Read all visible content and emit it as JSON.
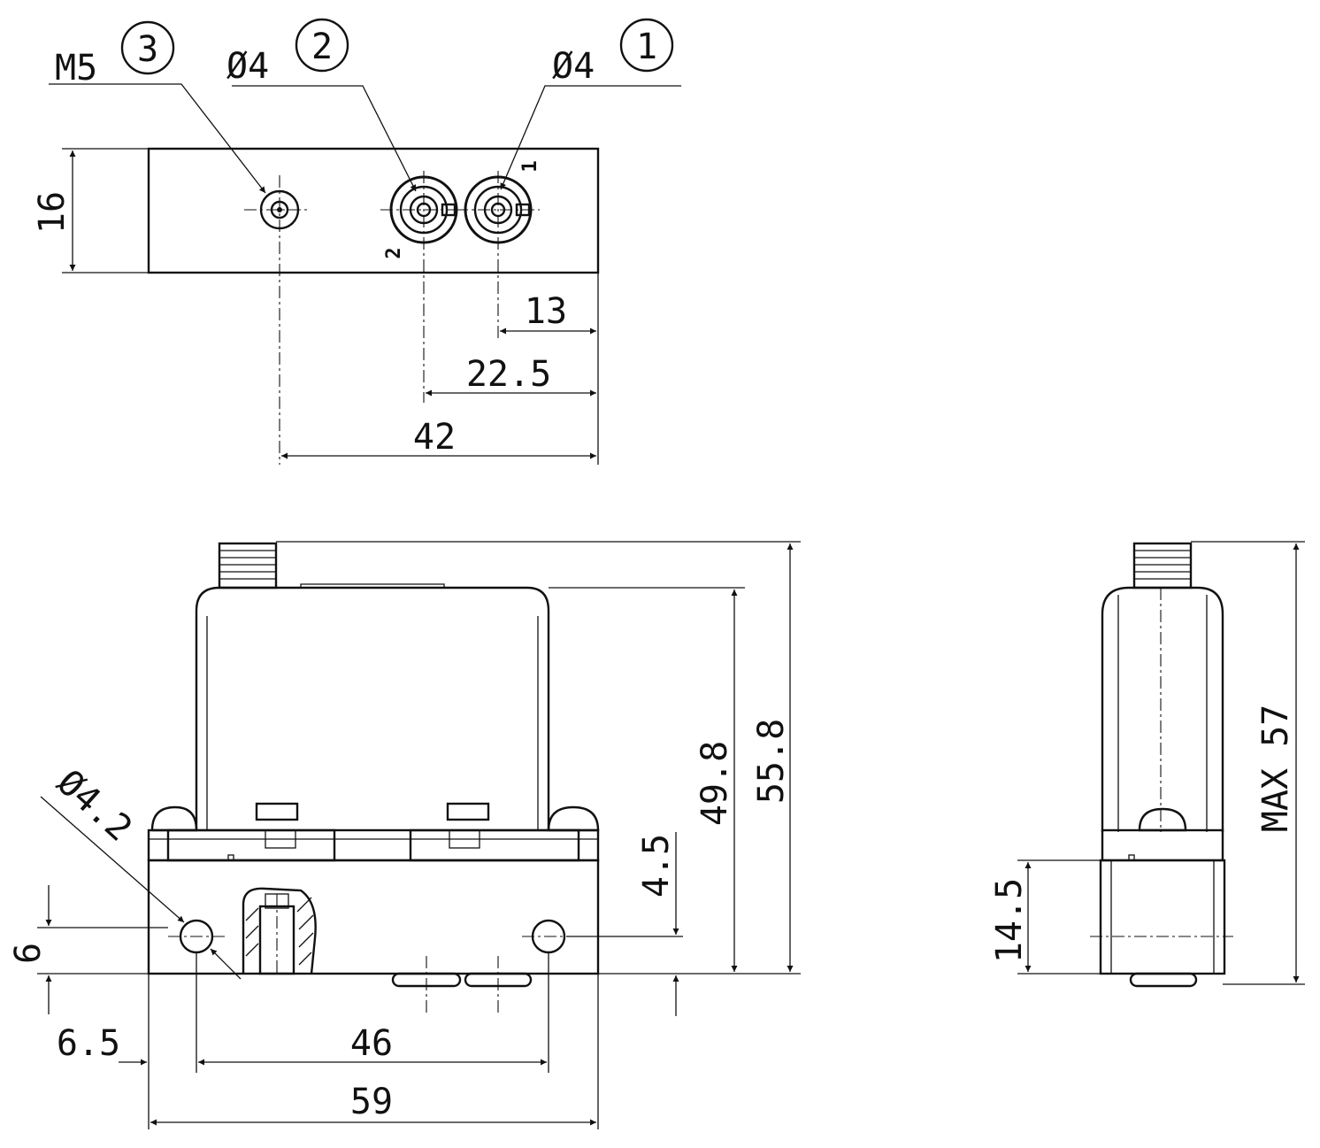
{
  "top_view": {
    "callout_1": {
      "thread": "Ø4",
      "port": "1"
    },
    "callout_2": {
      "thread": "Ø4",
      "port": "2"
    },
    "callout_3": {
      "thread": "M5",
      "port": "3"
    },
    "port_marks": [
      "1",
      "2"
    ],
    "height_dim": "16",
    "dims": [
      "13",
      "22.5",
      "42"
    ]
  },
  "front_view": {
    "hole_callout": "Ø4.2",
    "dims": [
      "49.8",
      "55.8",
      "4.5",
      "6",
      "6.5",
      "46",
      "59"
    ]
  },
  "side_view": {
    "dims": [
      "14.5",
      "MAX 57"
    ]
  },
  "colors": {
    "line": "#111111",
    "background": "#ffffff"
  }
}
